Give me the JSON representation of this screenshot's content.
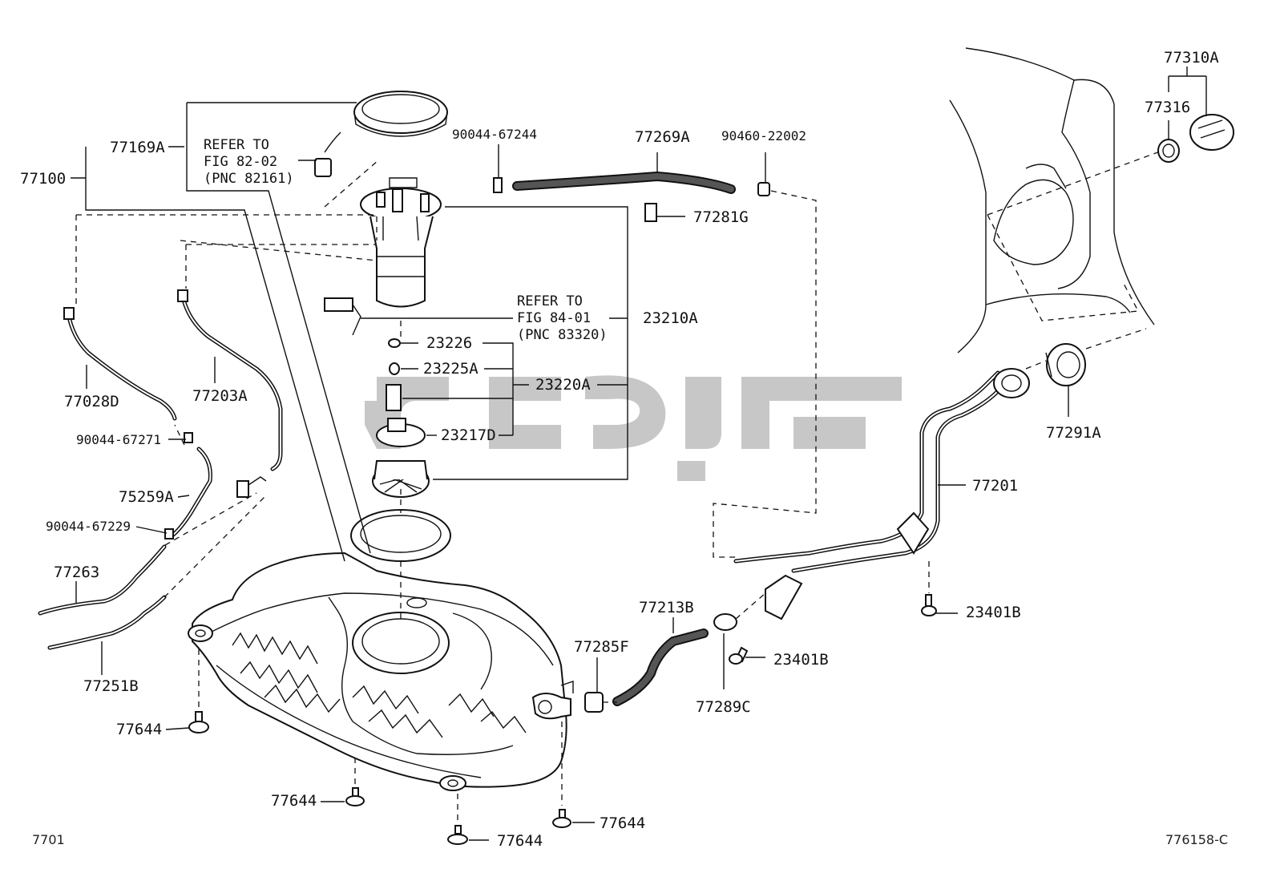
{
  "labels": {
    "p77169A": "77169A",
    "p77100": "77100",
    "refer1_a": "REFER TO",
    "refer1_b": "FIG 82-02",
    "refer1_c": "(PNC 82161)",
    "p90044_67244": "90044-67244",
    "p77269A": "77269A",
    "p90460_22002": "90460-22002",
    "p77281G": "77281G",
    "p77310A": "77310A",
    "p77316": "77316",
    "refer2_a": "REFER TO",
    "refer2_b": "FIG 84-01",
    "refer2_c": "(PNC 83320)",
    "p23210A": "23210A",
    "p23226": "23226",
    "p23225A": "23225A",
    "p23220A": "23220A",
    "p23217D": "23217D",
    "p77028D": "77028D",
    "p77203A": "77203A",
    "p90044_67271": "90044-67271",
    "p75259A": "75259A",
    "p90044_67229": "90044-67229",
    "p77263": "77263",
    "p77251B": "77251B",
    "p77291A": "77291A",
    "p77201": "77201",
    "p23401B_a": "23401B",
    "p23401B_b": "23401B",
    "p77213B": "77213B",
    "p77285F": "77285F",
    "p77289C": "77289C",
    "p77644_a": "77644",
    "p77644_b": "77644",
    "p77644_c": "77644",
    "p77644_d": "77644"
  },
  "corner": {
    "left": "7701",
    "right": "776158-C"
  },
  "colors": {
    "line": "#111111",
    "watermark": "#bdbdbd",
    "background": "#ffffff"
  }
}
